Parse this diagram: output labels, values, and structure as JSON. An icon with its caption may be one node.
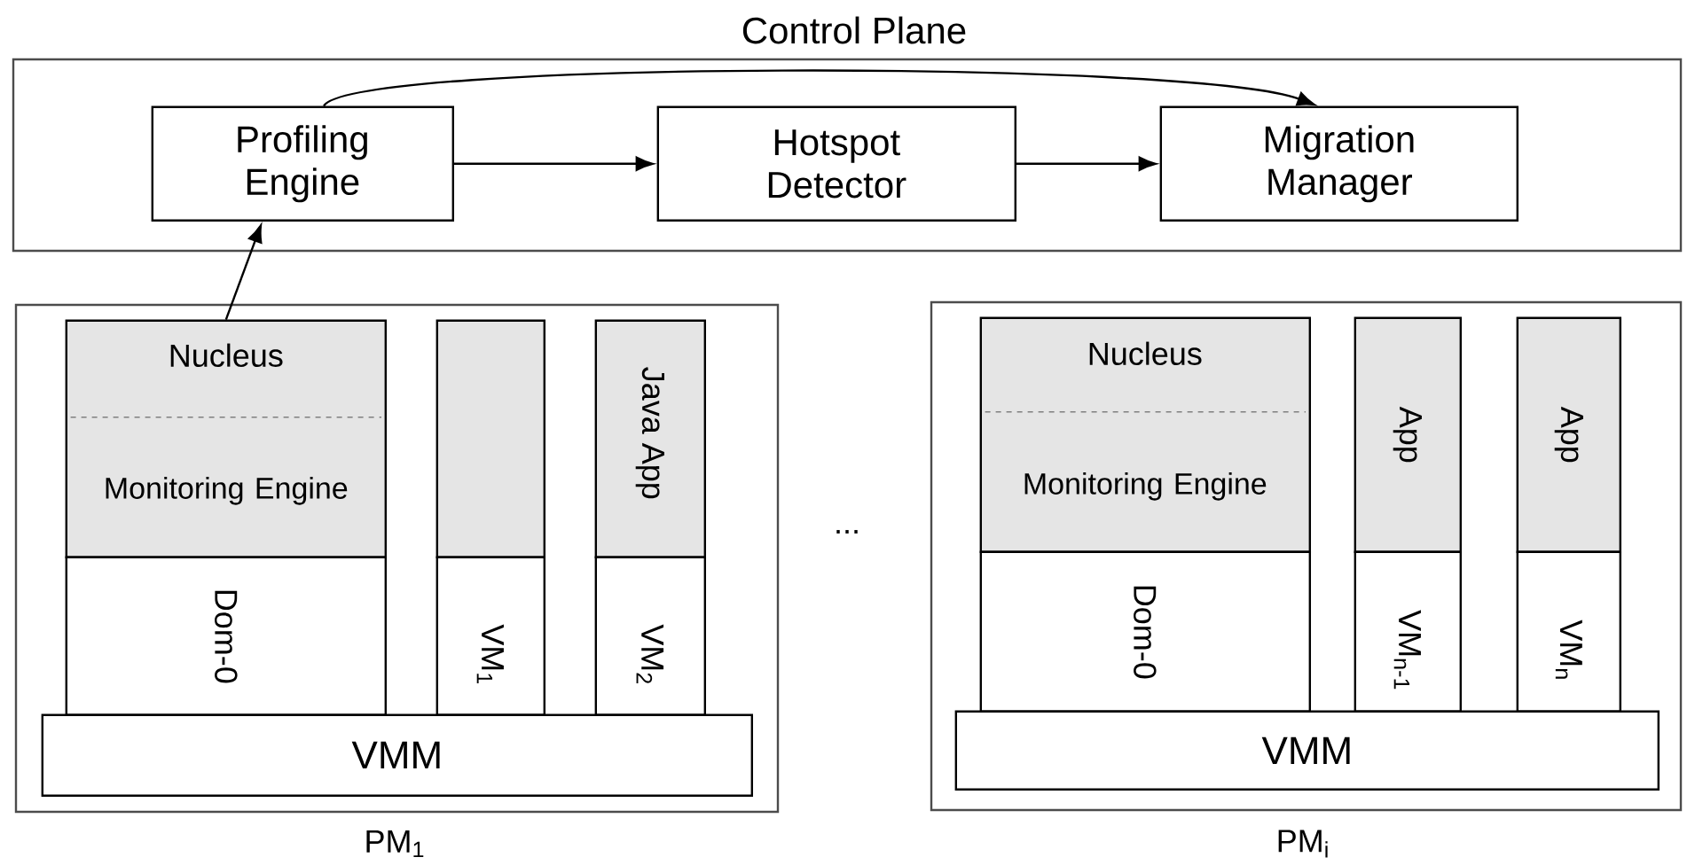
{
  "diagram": {
    "nodes": [
      {
        "text": [
          "Control Plane"
        ]
      },
      {
        "text": [
          "Profiling Engine"
        ],
        "in": 0
      },
      {
        "text": [
          "Hotspot Detector"
        ],
        "in": 0
      },
      {
        "text": [
          "Migration Manager"
        ],
        "in": 0
      },
      {
        "text": [
          "PM$_{1}$"
        ]
      },
      {
        "text": [
          "Nucleus",
          "Monitoring Engine"
        ],
        "in": 4
      },
      {
        "text": [
          "Dom-0"
        ],
        "in": 4
      },
      {
        "text": [],
        "shape": "box",
        "in": 4
      },
      {
        "text": [
          "VM$_{1}$"
        ],
        "in": 4
      },
      {
        "text": [
          "Java App"
        ],
        "in": 4
      },
      {
        "text": [
          "VM$_{2}$"
        ],
        "in": 4
      },
      {
        "text": [
          "VMM"
        ],
        "in": 4
      },
      {
        "text": [
          "PM$_{i}$"
        ]
      },
      {
        "text": [
          "Nucleus",
          "Monitoring Engine"
        ],
        "in": 12
      },
      {
        "text": [
          "Dom-0"
        ],
        "in": 12
      },
      {
        "text": [
          "App"
        ],
        "in": 12
      },
      {
        "text": [
          "VM$_{n-1}$"
        ],
        "in": 12
      },
      {
        "text": [
          "App"
        ],
        "in": 12
      },
      {
        "text": [
          "VM$_{n}$"
        ],
        "in": 12
      },
      {
        "text": [
          "VMM"
        ],
        "in": 12
      }
    ],
    "edges": [
      {
        "from": 5,
        "to": 1,
        "arrow": "to"
      },
      {
        "from": 1,
        "to": 2,
        "arrow": "to"
      },
      {
        "from": 2,
        "to": 3,
        "arrow": "to"
      },
      {
        "from": 1,
        "to": 3,
        "arrow": "to"
      }
    ],
    "labels": [
      "..."
    ]
  }
}
